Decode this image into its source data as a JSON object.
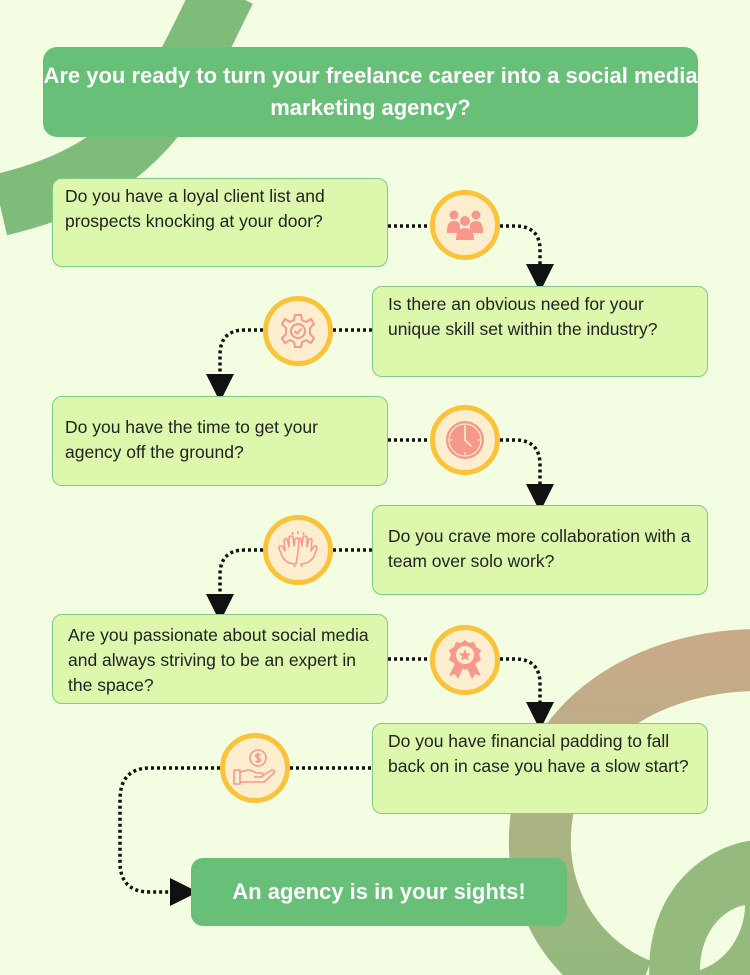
{
  "title": "Are you ready to turn your freelance career into a social media marketing agency?",
  "questions": [
    {
      "text": "Do you have a loyal client list and prospects knocking at your door?",
      "icon": "group-of-people-icon"
    },
    {
      "text": "Is there an obvious need for your unique skill set within the industry?",
      "icon": "gear-check-icon"
    },
    {
      "text": "Do you have the time to get your agency off the ground?",
      "icon": "clock-icon"
    },
    {
      "text": "Do you crave more collaboration with a team over solo work?",
      "icon": "high-five-icon"
    },
    {
      "text": "Are you passionate about social media and always striving to be an expert in the space?",
      "icon": "award-badge-icon"
    },
    {
      "text": "Do you have financial padding to fall back on in case you have a slow start?",
      "icon": "money-hand-icon"
    }
  ],
  "conclusion": "An agency is in your sights!",
  "colors": {
    "background": "#f3fde2",
    "title_box": "#67bf78",
    "question_box": "#ddf7ad",
    "question_border": "#7ecb86",
    "icon_ring": "#fbc33a",
    "icon_fill": "#fdeecf",
    "icon_glyph": "#f7988a",
    "connector": "#111111"
  }
}
